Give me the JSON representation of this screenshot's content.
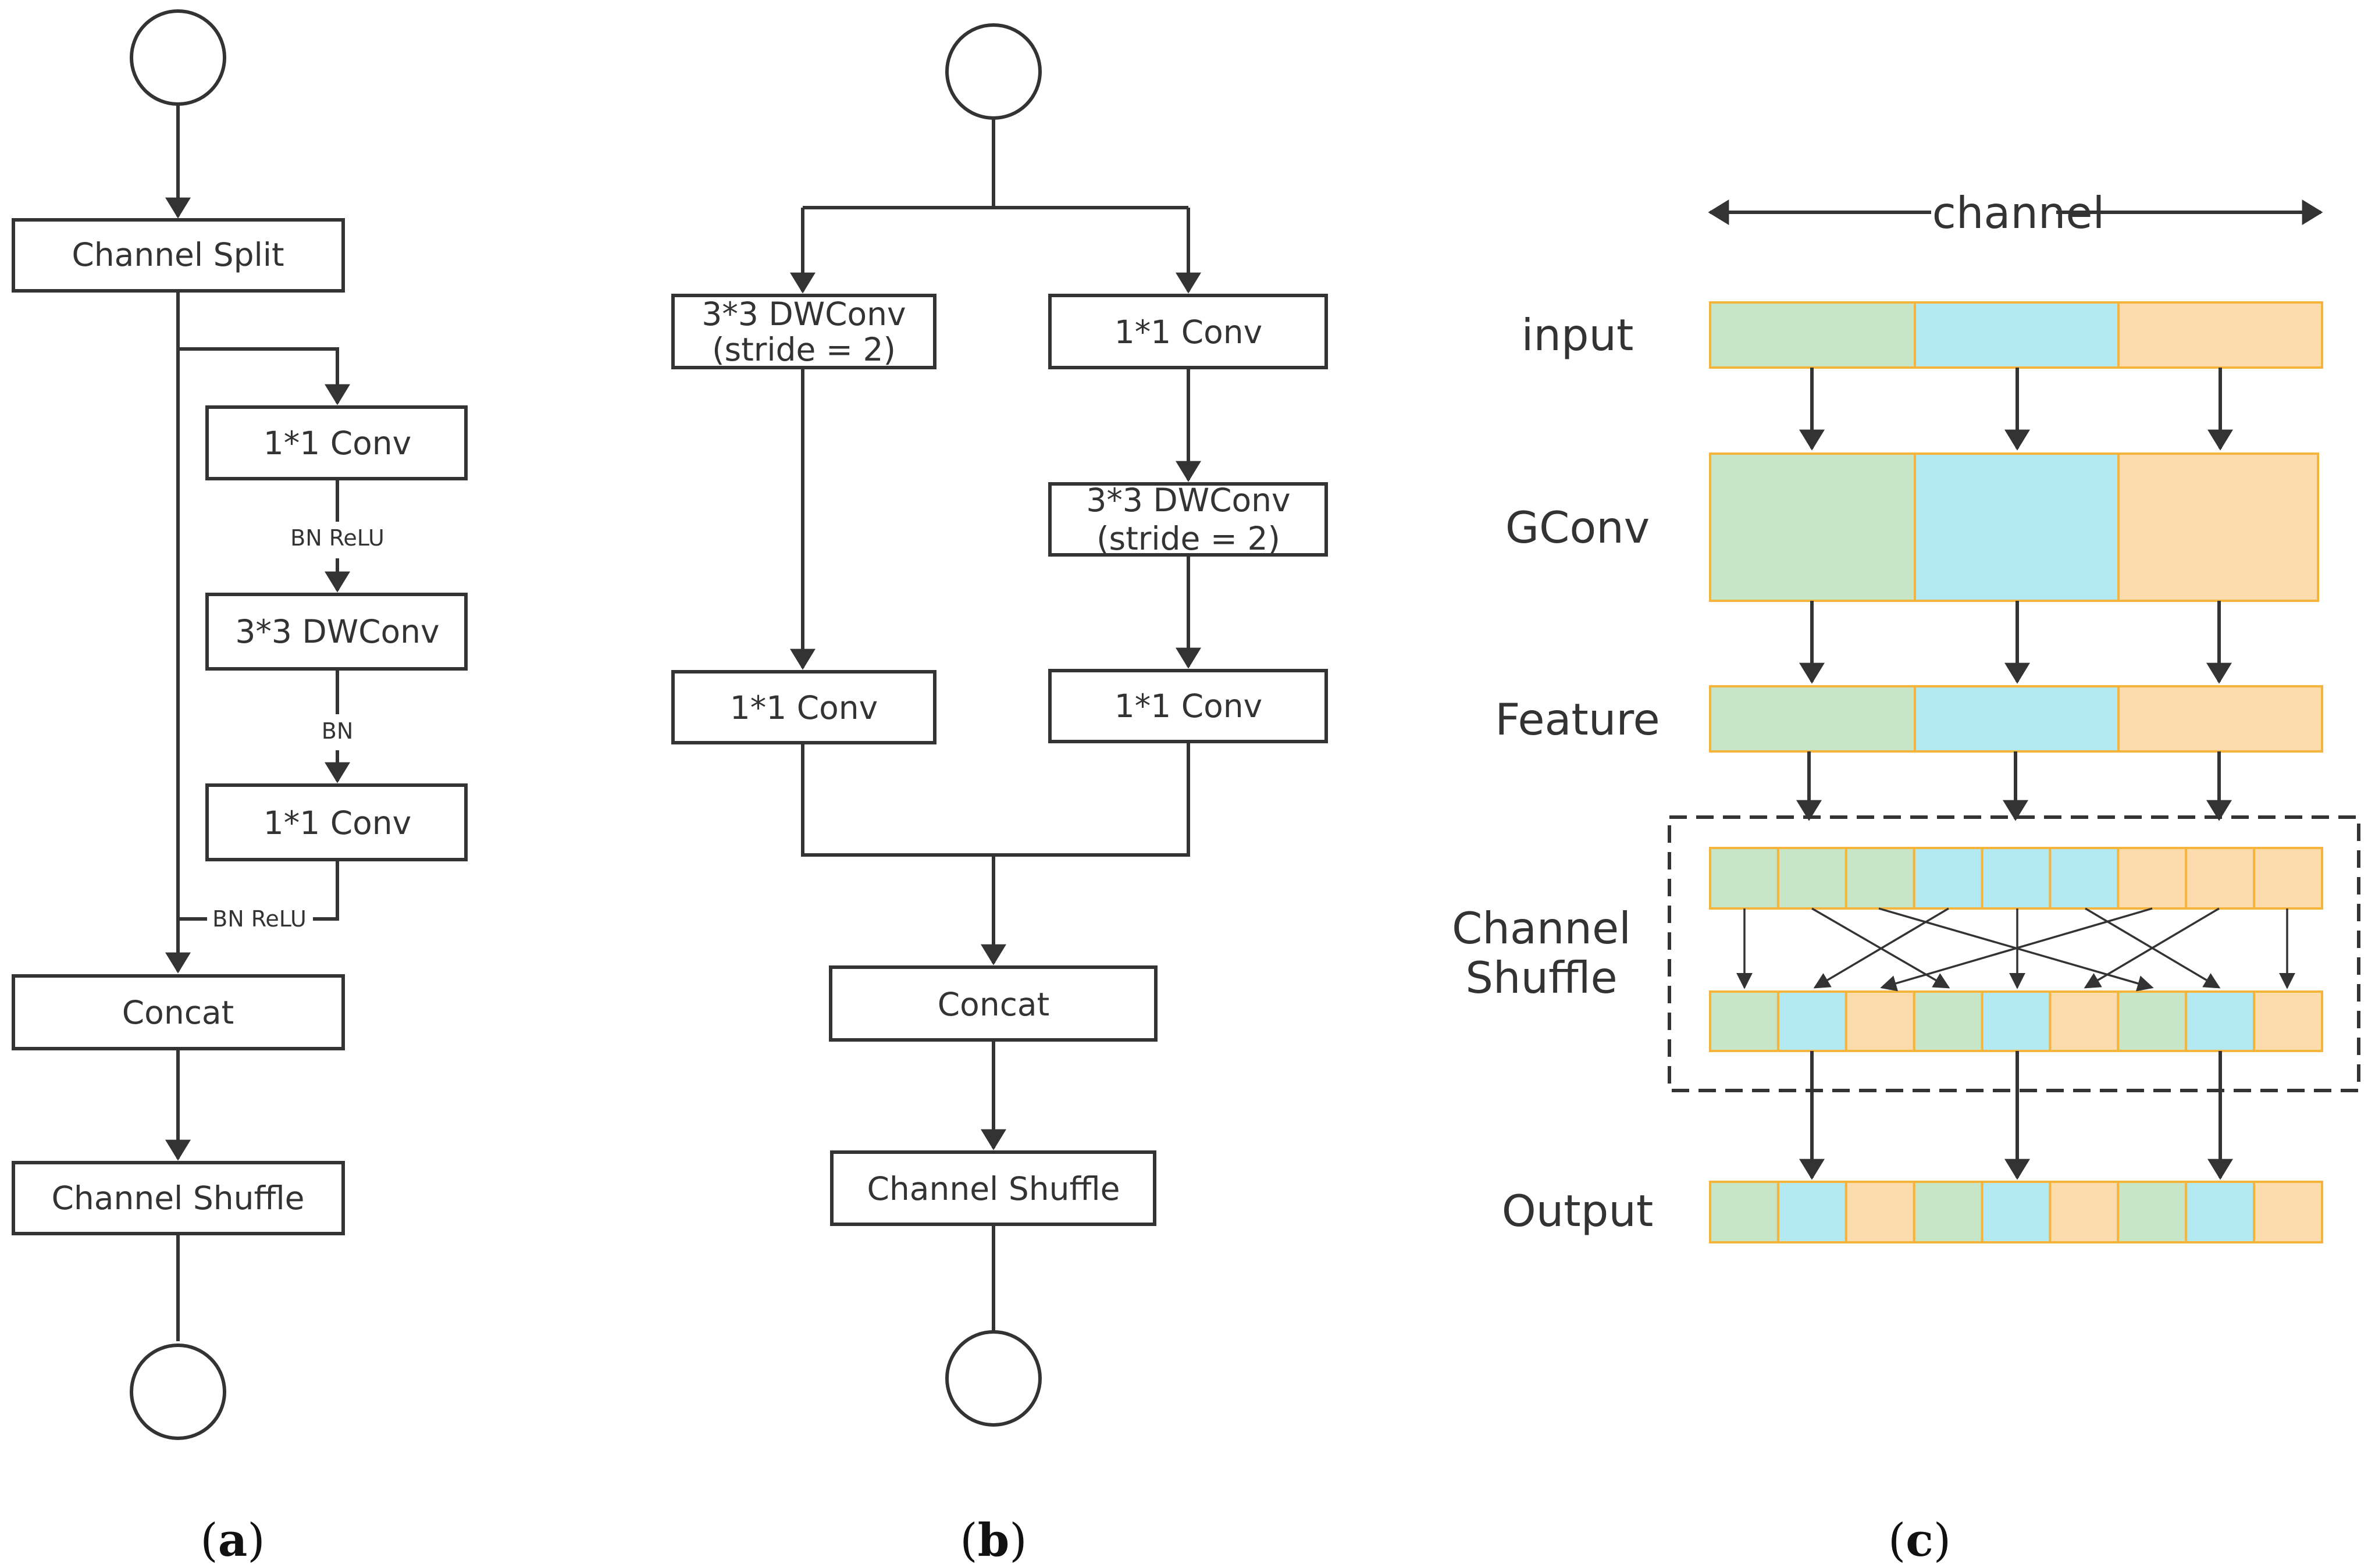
{
  "panel_a": {
    "channel_split": "Channel Split",
    "conv1": "1*1 Conv",
    "bn_relu_1": "BN ReLU",
    "dwconv": "3*3 DWConv",
    "bn": "BN",
    "conv2": "1*1 Conv",
    "bn_relu_2": "BN ReLU",
    "concat": "Concat",
    "shuffle": "Channel Shuffle",
    "caption_open": "(",
    "caption_letter": "a",
    "caption_close": ")"
  },
  "panel_b": {
    "left_dw_line1": "3*3 DWConv",
    "left_dw_line2": "(stride = 2)",
    "right_conv1": "1*1 Conv",
    "right_dw_line1": "3*3 DWConv",
    "right_dw_line2": "(stride = 2)",
    "left_conv": "1*1 Conv",
    "right_conv2": "1*1 Conv",
    "concat": "Concat",
    "shuffle": "Channel Shuffle",
    "caption_open": "(",
    "caption_letter": "b",
    "caption_close": ")"
  },
  "panel_c": {
    "channel_label": "channel",
    "input": "input",
    "gconv": "GConv",
    "feature": "Feature",
    "channel_shuffle_line1": "Channel",
    "channel_shuffle_line2": "Shuffle",
    "output": "Output",
    "colors": {
      "green": "#c7e5c7",
      "blue": "#b3eaf2",
      "orange": "#fcdcac",
      "cell_border": "#f5b43c"
    },
    "shuffle_top": [
      "green",
      "green",
      "green",
      "blue",
      "blue",
      "blue",
      "orange",
      "orange",
      "orange"
    ],
    "shuffle_bottom": [
      "green",
      "blue",
      "orange",
      "green",
      "blue",
      "orange",
      "green",
      "blue",
      "orange"
    ],
    "output_cells": [
      "green",
      "blue",
      "orange",
      "green",
      "blue",
      "orange",
      "green",
      "blue",
      "orange"
    ],
    "caption_open": "(",
    "caption_letter": "c",
    "caption_close": ")"
  }
}
